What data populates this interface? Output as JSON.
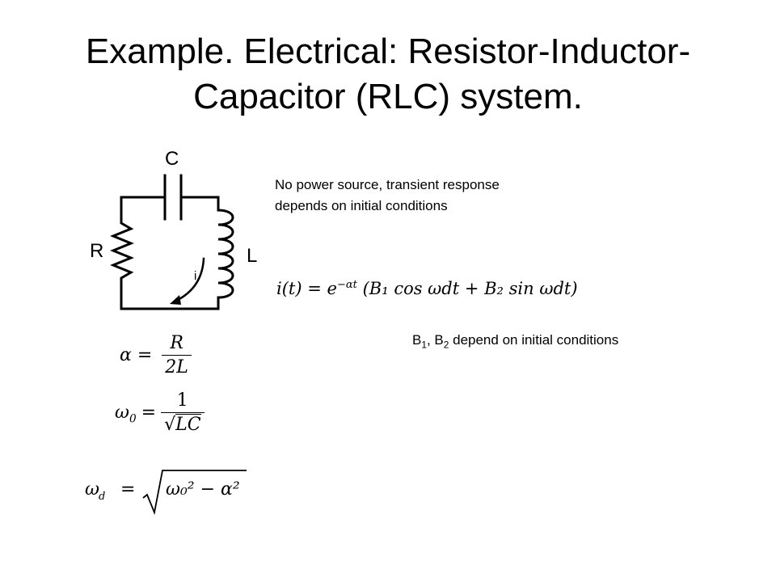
{
  "title": {
    "line1": "Example.  Electrical:  Resistor-Inductor-",
    "line2": "Capacitor (RLC) system."
  },
  "circuit": {
    "capacitor_label": "C",
    "resistor_label": "R",
    "inductor_label": "L",
    "current_label": "i"
  },
  "note": "No power source, transient response depends on initial conditions",
  "current_equation": {
    "lhs": "i(t)",
    "eq": "=",
    "exp_base": "e",
    "exp_power": "−αt",
    "body": "(B₁ cos ω𝑑t + B₂ sin ω𝑑t)"
  },
  "b_note": {
    "b": "B",
    "sub1": "1",
    "sep": ", ",
    "sub2": "2",
    "text": " depend on initial conditions"
  },
  "alpha_eq": {
    "lhs": "α =",
    "num": "R",
    "den": "2L"
  },
  "omega0_eq": {
    "lhs": "ω",
    "lhs_sub": "0",
    "eq": "=",
    "num": "1",
    "den": "LC"
  },
  "omegad_eq": {
    "lhs": "ω",
    "lhs_sub": "d",
    "eq": "=",
    "rad_text": "ω₀² − α²"
  }
}
